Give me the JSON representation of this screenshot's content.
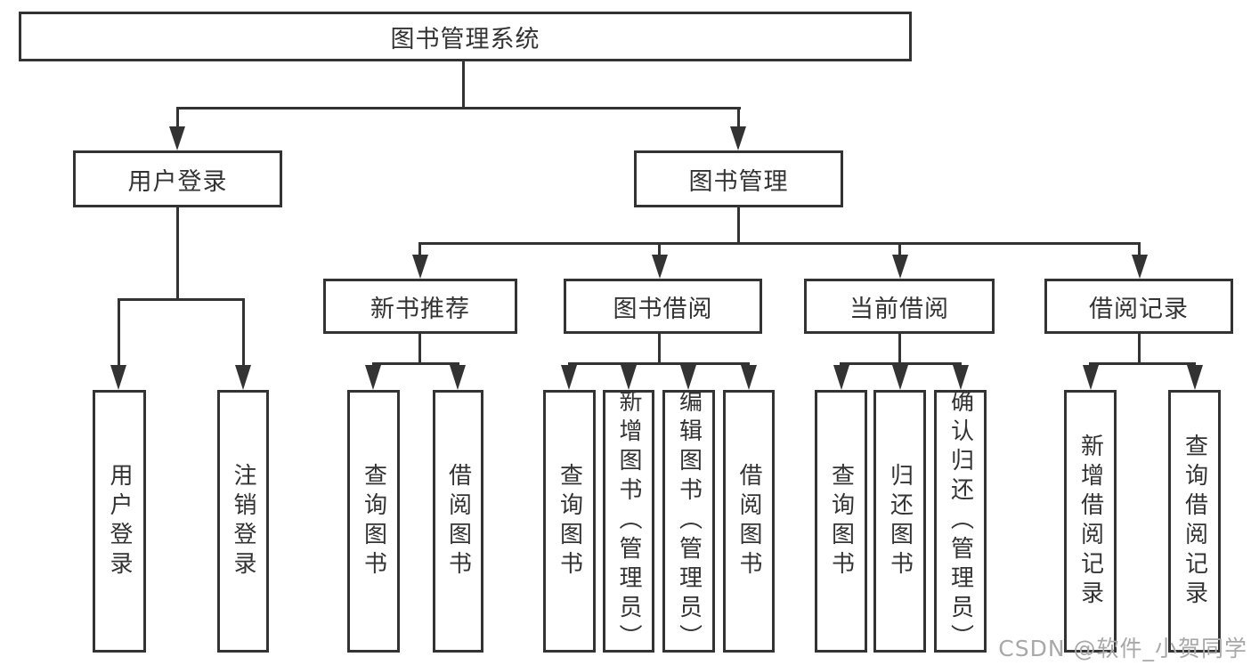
{
  "colors": {
    "line": "#333333",
    "text": "#333333",
    "background": "#ffffff",
    "watermark": "#a8a8a8"
  },
  "watermark": "CSDN @软件_小贺同学",
  "tree": {
    "root": "图书管理系统",
    "children": [
      {
        "label": "用户登录",
        "children": [
          "用户登录",
          "注销登录"
        ]
      },
      {
        "label": "图书管理",
        "children": [
          {
            "label": "新书推荐",
            "children": [
              "查询图书",
              "借阅图书"
            ]
          },
          {
            "label": "图书借阅",
            "children": [
              "查询图书",
              "新增图书（管理员）",
              "编辑图书（管理员）",
              "借阅图书"
            ]
          },
          {
            "label": "当前借阅",
            "children": [
              "查询图书",
              "归还图书",
              "确认归还（管理员）"
            ]
          },
          {
            "label": "借阅记录",
            "children": [
              "新增借阅记录",
              "查询借阅记录"
            ]
          }
        ]
      }
    ]
  }
}
